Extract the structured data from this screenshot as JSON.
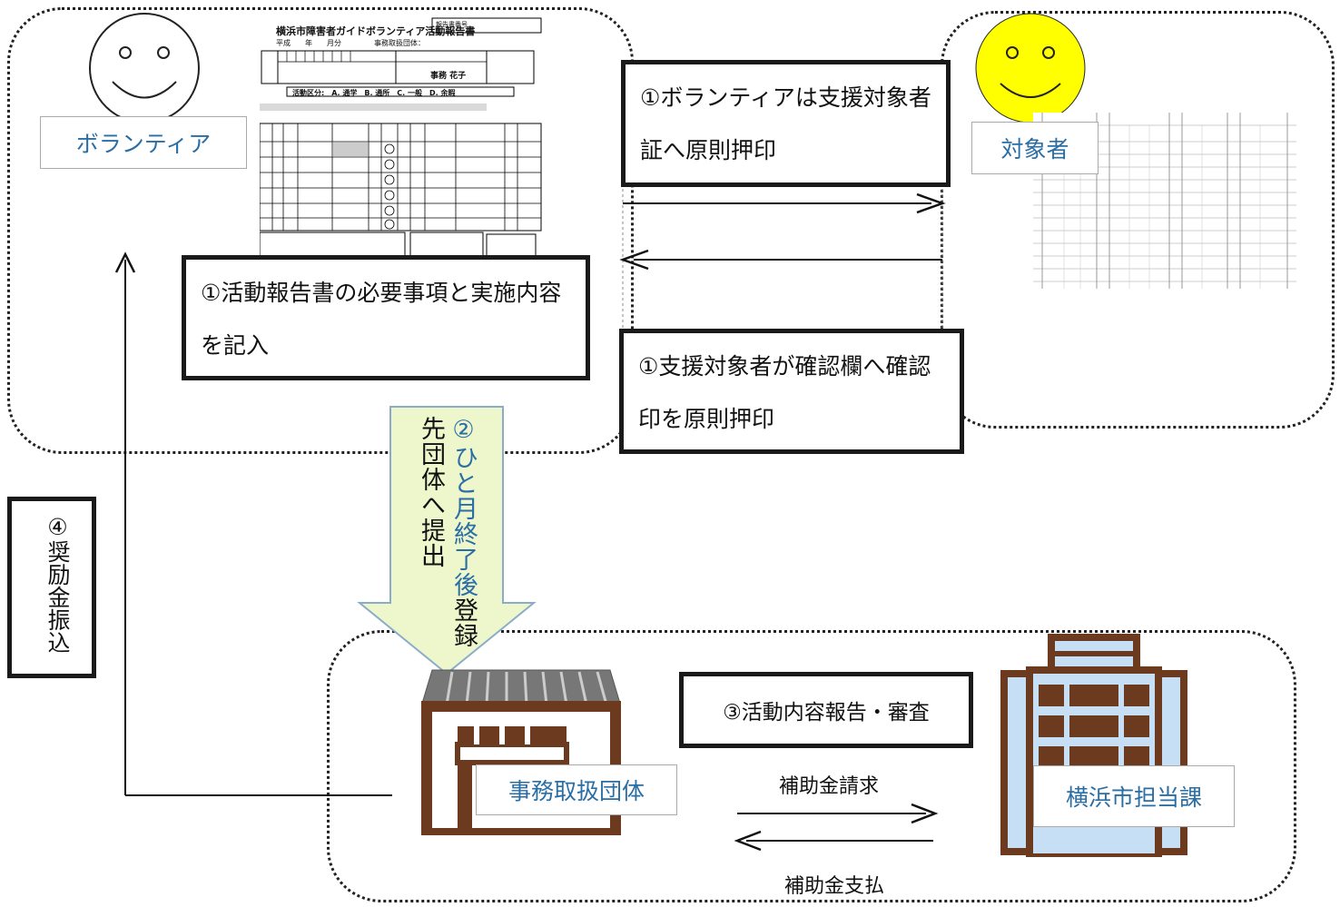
{
  "nodes": {
    "volunteer": "ボランティア",
    "target": "対象者",
    "office": "事務取扱団体",
    "city": "横浜市担当課"
  },
  "steps": {
    "step1_volunteer_stamp": "①ボランティアは支援対象者証へ原則押印",
    "step1_fill_report": "①活動報告書の必要事項と実施内容を記入",
    "step1_target_confirm": "①支援対象者が確認欄へ確認印を原則押印",
    "step2_submit": "②ひと月終了後",
    "step2_submit_blue": "登録先団体へ提出",
    "step3_report": "③活動内容報告・審査",
    "step4_payment": "④奨励金振込"
  },
  "flows": {
    "subsidy_request": "補助金請求",
    "subsidy_payment": "補助金支払"
  },
  "report_form": {
    "title": "横浜市障害者ガイドボランティア活動報告書",
    "period": "平成　　年　　月分",
    "office_label": "事務取扱団体：",
    "report_no_label": "報告書番号",
    "name_sample": "事務 花子",
    "category": "活動区分:　A. 通学　B. 通所　C. 一般　D. 余暇"
  },
  "colors": {
    "label_text": "#2a6ea6",
    "arrow_fill": "#eef6cc",
    "arrow_stroke": "#8aacc8",
    "building_brown": "#6b3a1f",
    "building_blue": "#c7dff5",
    "face_yellow": "#ffff00"
  }
}
